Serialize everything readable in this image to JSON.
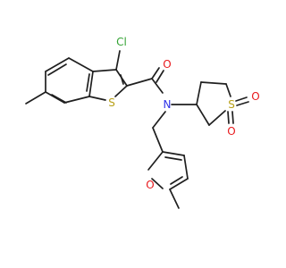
{
  "colors": {
    "bond": "#1f1f1f",
    "carbon": "#1f1f1f",
    "chlorine": "#33a333",
    "sulfur": "#b8a018",
    "oxygen": "#e8191d",
    "nitrogen": "#2f33e8"
  },
  "atoms": {
    "cl": {
      "symbol": "Cl",
      "element": "chlorine"
    },
    "s_thiophene": {
      "symbol": "S",
      "element": "sulfur"
    },
    "o_carbonyl": {
      "symbol": "O",
      "element": "oxygen"
    },
    "n_amide": {
      "symbol": "N",
      "element": "nitrogen"
    },
    "s_sulfone": {
      "symbol": "S",
      "element": "sulfur"
    },
    "o_sulfone_1": {
      "symbol": "O",
      "element": "oxygen"
    },
    "o_sulfone_2": {
      "symbol": "O",
      "element": "oxygen"
    },
    "o_furan": {
      "symbol": "O",
      "element": "oxygen"
    }
  }
}
